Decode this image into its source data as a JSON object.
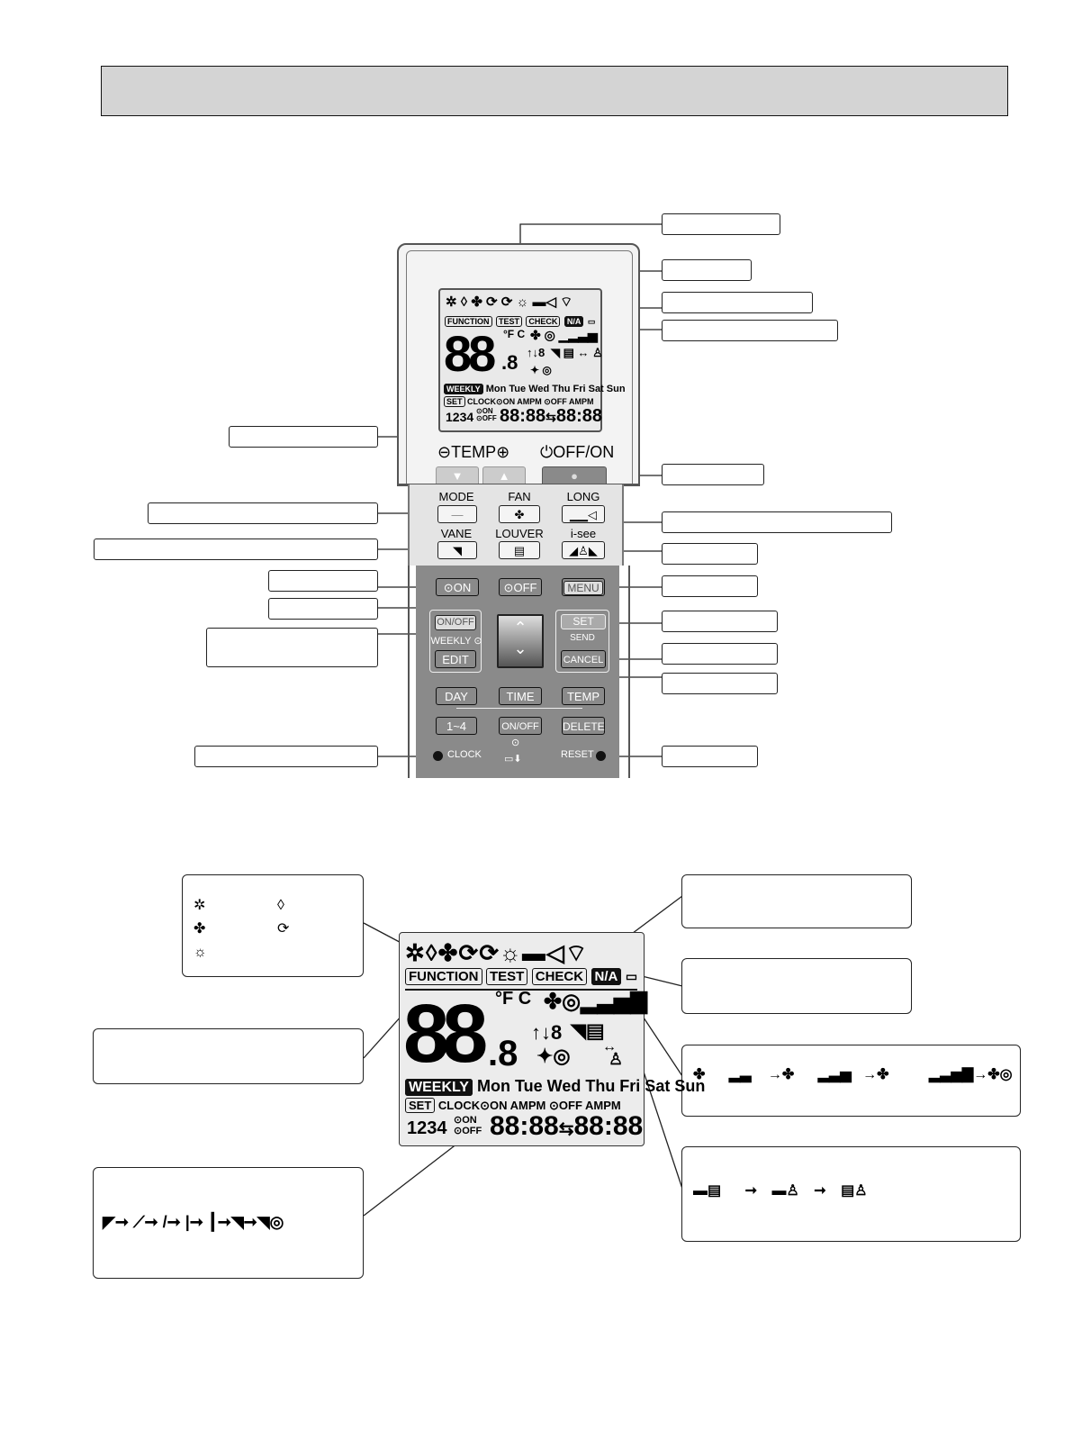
{
  "remote": {
    "temp_label": "TEMP",
    "temp_minus": "⊖",
    "temp_plus": "⊕",
    "offon_label": "OFF/ON",
    "mode_label": "MODE",
    "fan_label": "FAN",
    "long_label": "LONG",
    "vane_label": "VANE",
    "louver_label": "LOUVER",
    "isee_label": "i-see",
    "on_timer_btn": "ON",
    "off_timer_btn": "OFF",
    "menu_btn": "MENU",
    "onoff_weekly_btn": "ON/OFF",
    "weekly_label": "WEEKLY",
    "edit_btn": "EDIT",
    "set_btn": "SET",
    "send_label": "SEND",
    "cancel_btn": "CANCEL",
    "day_btn": "DAY",
    "time_btn": "TIME",
    "temp_btn": "TEMP",
    "range_btn": "1~4",
    "onoff_timer_btn": "ON/OFF",
    "delete_btn": "DELETE",
    "clock_label": "CLOCK",
    "reset_label": "RESET"
  },
  "lcd": {
    "function_tag": "FUNCTION",
    "test_tag": "TEST",
    "check_tag": "CHECK",
    "na_tag": "N/A",
    "temp_digits": "88",
    "temp_decimal": ".8",
    "unit": "°F C",
    "weekly_tag": "WEEKLY",
    "days": "Mon Tue Wed Thu Fri Sat Sun",
    "set_tag": "SET",
    "clock_on_ampm": "CLOCK⊙ON  AMPM",
    "off_ampm": "⊙OFF AMPM",
    "program_numbers": "1234",
    "on_label": "⊙ON",
    "off_label": "⊙OFF",
    "time1": "88:88",
    "time2": "88:88",
    "updown": "↑↓8"
  },
  "fan_sequence": {
    "arrow": "→"
  }
}
